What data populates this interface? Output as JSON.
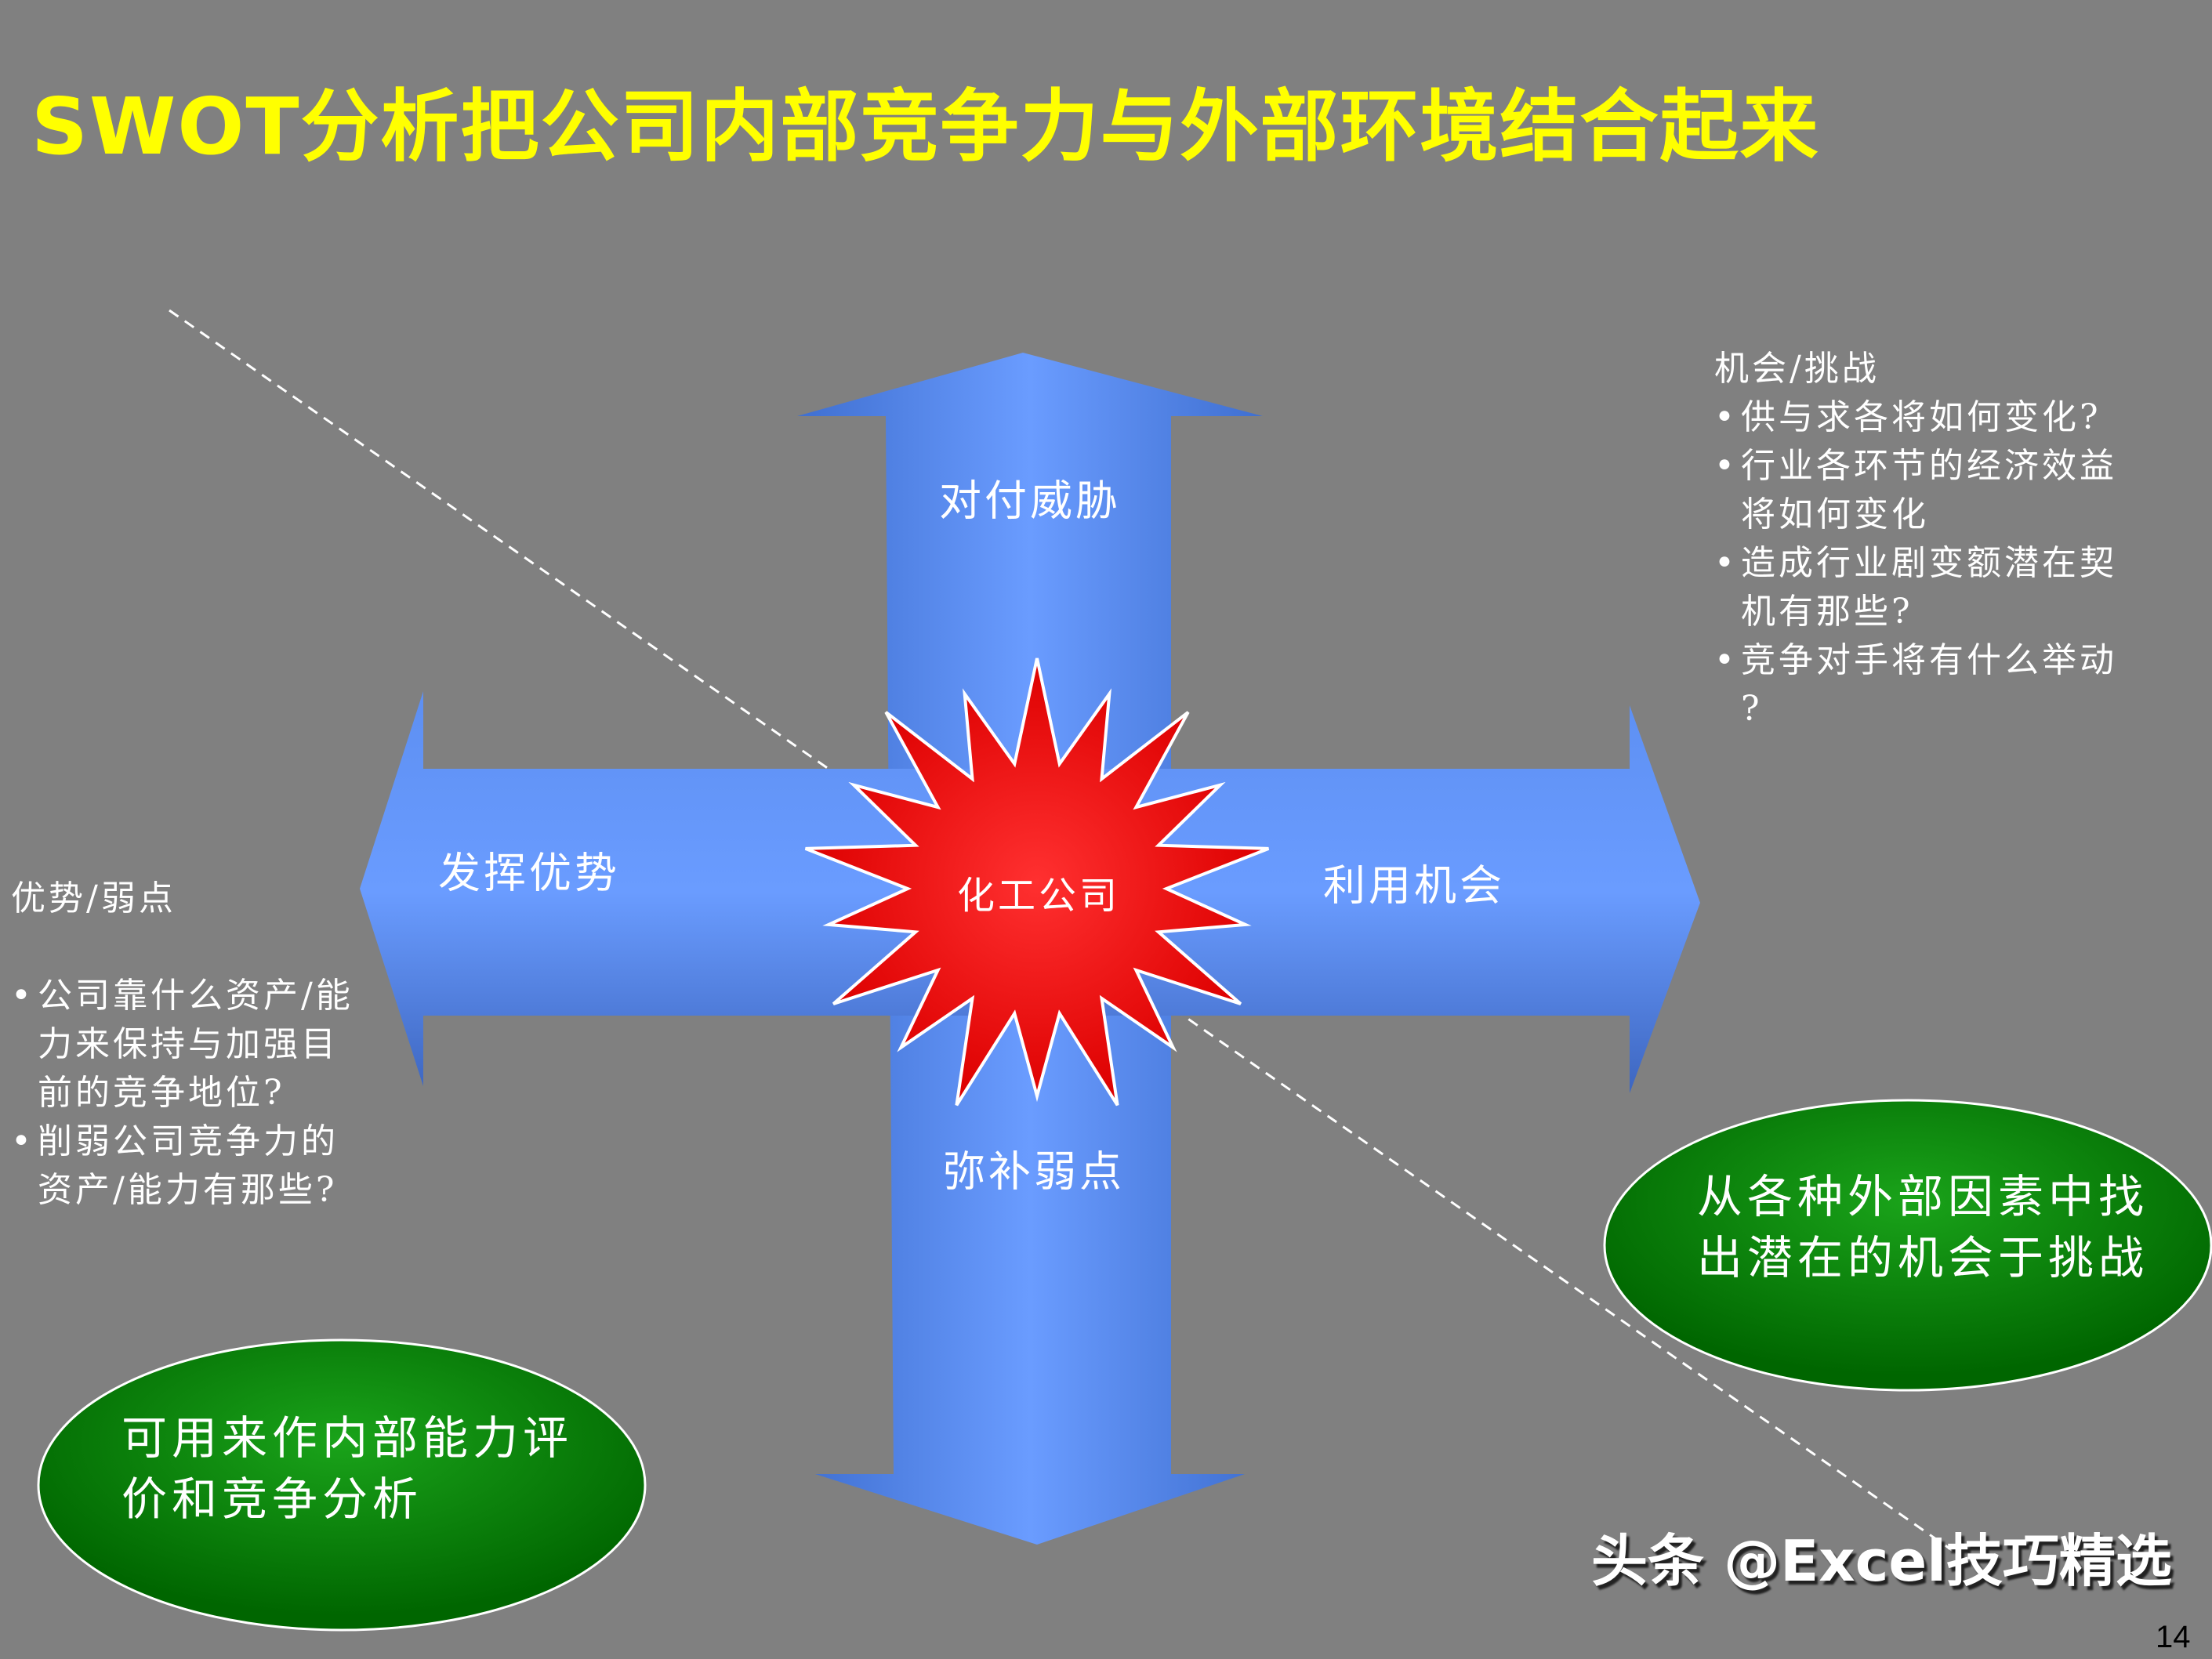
{
  "title": "SWOT分析把公司内部竞争力与外部环境结合起来",
  "arrows": {
    "up": "对付威胁",
    "left": "发挥优势",
    "right": "利用机会",
    "down": "弥补弱点"
  },
  "center": "化工公司",
  "opportunities": {
    "heading": "机会/挑战",
    "items": [
      [
        "供与求各将如何变化?"
      ],
      [
        "行业各环节的经济效益",
        "将如何变化"
      ],
      [
        "造成行业剧变额潜在契",
        "机有那些?"
      ],
      [
        "竞争对手将有什么举动",
        "?"
      ]
    ]
  },
  "strengths": {
    "heading": "优势/弱点",
    "items": [
      [
        "公司靠什么资产/能",
        "力来保持与加强目",
        "前的竞争地位?"
      ],
      [
        "削弱公司竞争力的",
        "资产/能力有那些?"
      ]
    ]
  },
  "ovals": {
    "right": [
      "从各种外部因素中找",
      "出潜在的机会于挑战"
    ],
    "left": [
      "可用来作内部能力评",
      "价和竞争分析"
    ]
  },
  "watermark": "头条 @Excel技巧精选",
  "page_number": "14",
  "colors": {
    "background": "#808080",
    "title": "#ffff00",
    "arrow": "#5b8ef0",
    "star": "#ee0000",
    "oval": "#008a00"
  }
}
